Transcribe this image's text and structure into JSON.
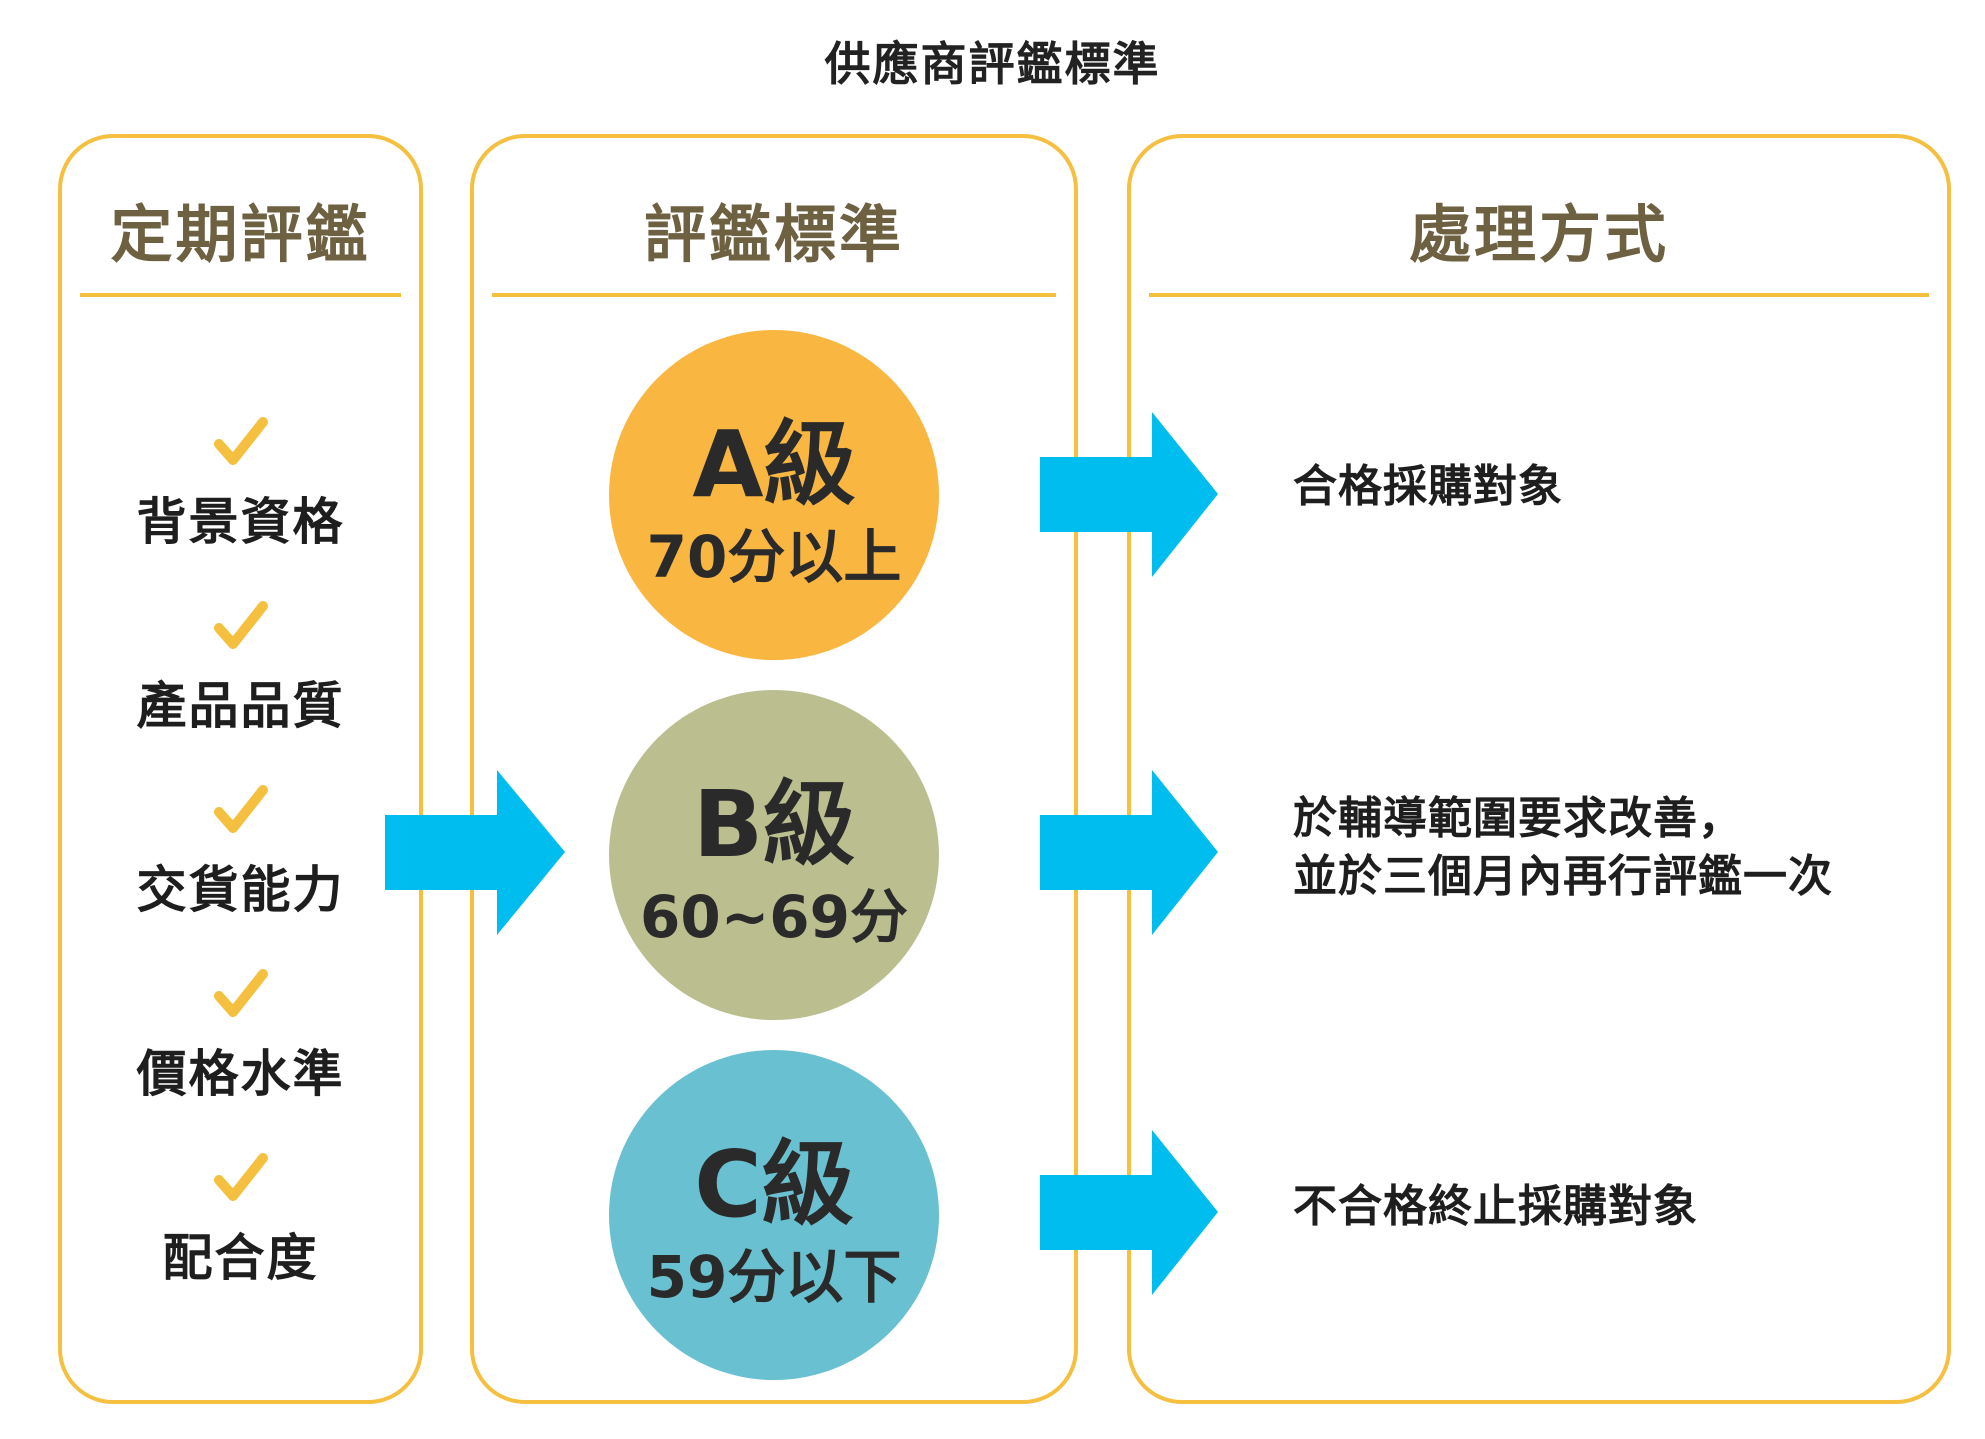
{
  "title": "供應商評鑑標準",
  "colors": {
    "border": "#f5bf3f",
    "header_text": "#6e6142",
    "arrow": "#00bdf0",
    "check": "#f5bf3f",
    "grade_a": "#f9b640",
    "grade_b": "#bbbf90",
    "grade_c": "#69c0d0"
  },
  "columns": {
    "periodic": {
      "header": "定期評鑑"
    },
    "criteria": {
      "header": "評鑑標準"
    },
    "handling": {
      "header": "處理方式"
    }
  },
  "criteria_items": [
    {
      "label": "背景資格",
      "icon": "checkmark-icon"
    },
    {
      "label": "產品品質",
      "icon": "checkmark-icon"
    },
    {
      "label": "交貨能力",
      "icon": "checkmark-icon"
    },
    {
      "label": "價格水準",
      "icon": "checkmark-icon"
    },
    {
      "label": "配合度",
      "icon": "checkmark-icon"
    }
  ],
  "grades": [
    {
      "grade": "A級",
      "range": "70分以上",
      "action_lines": [
        "合格採購對象"
      ]
    },
    {
      "grade": "B級",
      "range": "60~69分",
      "action_lines": [
        "於輔導範圍要求改善，",
        "並於三個月內再行評鑑一次"
      ]
    },
    {
      "grade": "C級",
      "range": "59分以下",
      "action_lines": [
        "不合格終止採購對象"
      ]
    }
  ]
}
